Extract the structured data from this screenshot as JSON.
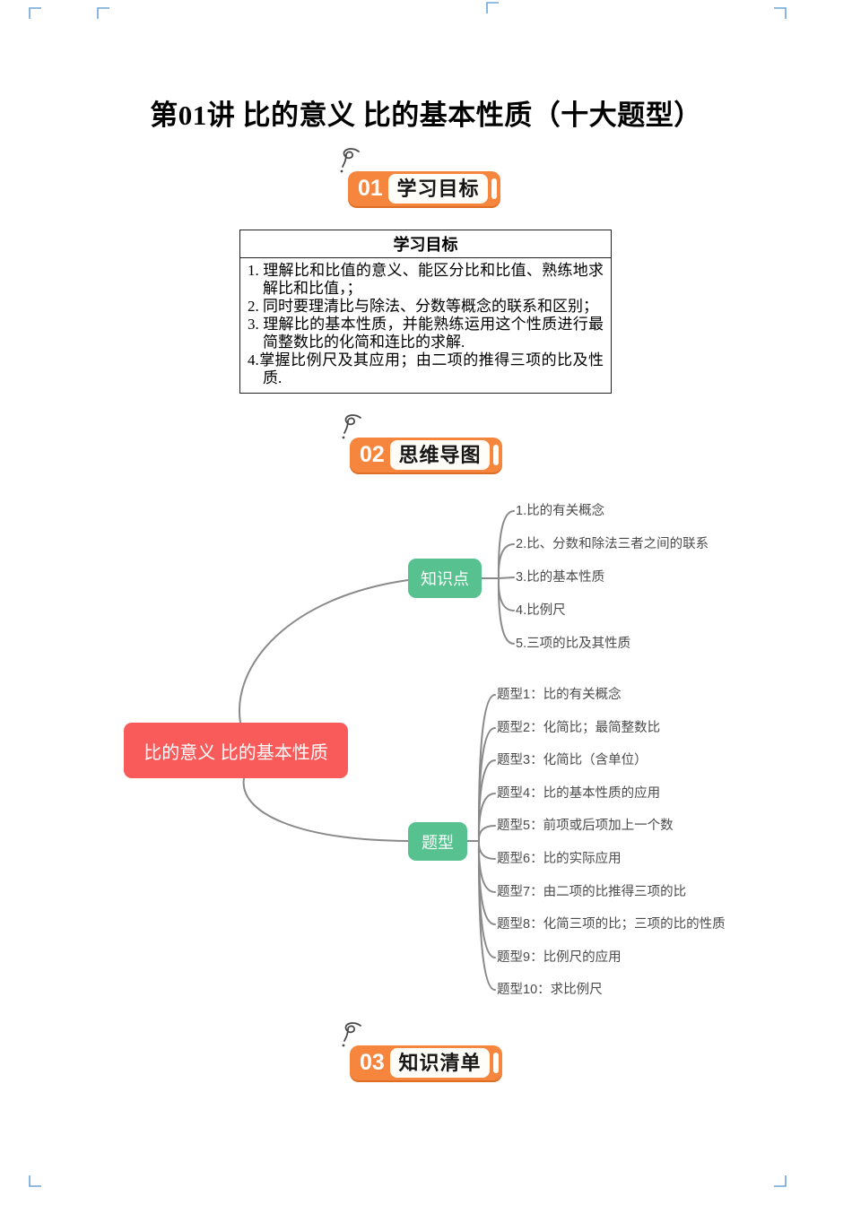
{
  "title": "第01讲 比的意义 比的基本性质（十大题型）",
  "badges": [
    {
      "number": "01",
      "label": "学习目标"
    },
    {
      "number": "02",
      "label": "思维导图"
    },
    {
      "number": "03",
      "label": "知识清单"
    }
  ],
  "objectives": {
    "header": "学习目标",
    "items": [
      "1. 理解比和比值的意义、能区分比和比值、熟练地求解比和比值，；",
      "2. 同时要理清比与除法、分数等概念的联系和区别；",
      "3. 理解比的基本性质，并能熟练运用这个性质进行最简整数比的化简和连比的求解.",
      "4.掌握比例尺及其应用；由二项的推得三项的比及性质."
    ]
  },
  "mindmap": {
    "root": "比的意义 比的基本性质",
    "knowledge": {
      "label": "知识点",
      "children": [
        "1.比的有关概念",
        "2.比、分数和除法三者之间的联系",
        "3.比的基本性质",
        "4.比例尺",
        "5.三项的比及其性质"
      ]
    },
    "types": {
      "label": "题型",
      "children": [
        "题型1：比的有关概念",
        "题型2：化简比；最简整数比",
        "题型3：化简比（含单位）",
        "题型4：比的基本性质的应用",
        "题型5：前项或后项加上一个数",
        "题型6：比的实际应用",
        "题型7：由二项的比推得三项的比",
        "题型8：化简三项的比；三项的比的性质",
        "题型9：比例尺的应用",
        "题型10：求比例尺"
      ]
    }
  },
  "colors": {
    "badge_orange": "#f6863e",
    "badge_shadow_orange": "#de6e26",
    "root_node_red": "#f95b5b",
    "branch_node_green": "#57c28f",
    "map_line_gray": "#8a8a8a",
    "map_text_gray": "#4a4a4a",
    "boundary_mark_blue": "#5b9bd5"
  }
}
